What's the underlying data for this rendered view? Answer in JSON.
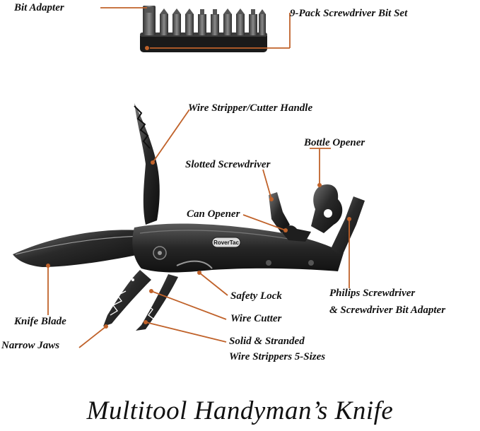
{
  "title": "Multitool Handyman’s Knife",
  "brand": "RoverTac",
  "colors": {
    "leader": "#c0622a",
    "tool_dark": "#1c1c1c",
    "tool_mid": "#3a3a3a",
    "tool_light": "#6a6a6a",
    "text": "#111111"
  },
  "labels": {
    "bit_adapter": "Bit Adapter",
    "bit_set": "9-Pack Screwdriver Bit Set",
    "wire_stripper_handle": "Wire Stripper/Cutter Handle",
    "bottle_opener": "Bottle Opener",
    "slotted_screwdriver": "Slotted Screwdriver",
    "can_opener": "Can Opener",
    "safety_lock": "Safety Lock",
    "philips_line1": "Philips Screwdriver",
    "philips_line2": "& Screwdriver Bit Adapter",
    "knife_blade": "Knife Blade",
    "wire_cutter": "Wire Cutter",
    "narrow_jaws": "Narrow Jaws",
    "strippers_line1": "Solid & Stranded",
    "strippers_line2": "Wire Strippers 5-Sizes"
  }
}
